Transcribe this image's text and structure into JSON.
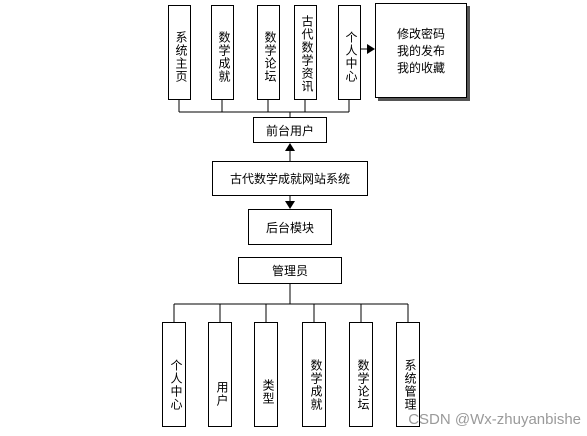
{
  "top_modules": [
    {
      "label": "系统主页"
    },
    {
      "label": "数学成就"
    },
    {
      "label": "数学论坛"
    },
    {
      "label": "古代数学资讯"
    },
    {
      "label": "个人中心"
    }
  ],
  "personal_functions": [
    "修改密码",
    "我的发布",
    "我的收藏"
  ],
  "frontend_user": "前台用户",
  "system_name": "古代数学成就网站系统",
  "backend_module": "后台模块",
  "admin": "管理员",
  "bottom_modules": [
    {
      "label": "个人中心"
    },
    {
      "label": "用户"
    },
    {
      "label": "类型"
    },
    {
      "label": "数学成就"
    },
    {
      "label": "数学论坛"
    },
    {
      "label": "系统管理"
    }
  ],
  "watermark": "CSDN @Wx-zhuyanbishe"
}
